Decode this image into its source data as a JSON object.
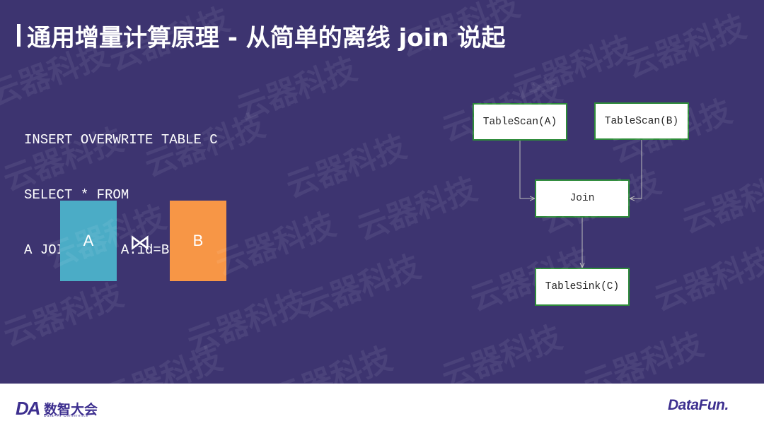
{
  "slide": {
    "title": "通用增量计算原理 - 从简单的离线 join 说起",
    "sql_lines": [
      "INSERT OVERWRITE TABLE C",
      "SELECT * FROM",
      "A JOIN B on A.id=B.id;"
    ],
    "relations": {
      "left": {
        "label": "A",
        "color": "#4bacc6"
      },
      "right": {
        "label": "B",
        "color": "#f79646"
      },
      "join_symbol": "⋈"
    },
    "plan": {
      "scan_a": "TableScan(A)",
      "scan_b": "TableScan(B)",
      "join": "Join",
      "sink": "TableSink(C)"
    },
    "watermark_text": "云器科技",
    "colors": {
      "background": "#3d3470",
      "node_border": "#2e8b3a",
      "brand": "#3d2f8f"
    }
  },
  "footer": {
    "left_logo_mark": "DA",
    "left_logo_text": "数智大会",
    "left_logo_subtext": "Data+AI Conference",
    "right_logo_text": "DataFun."
  }
}
